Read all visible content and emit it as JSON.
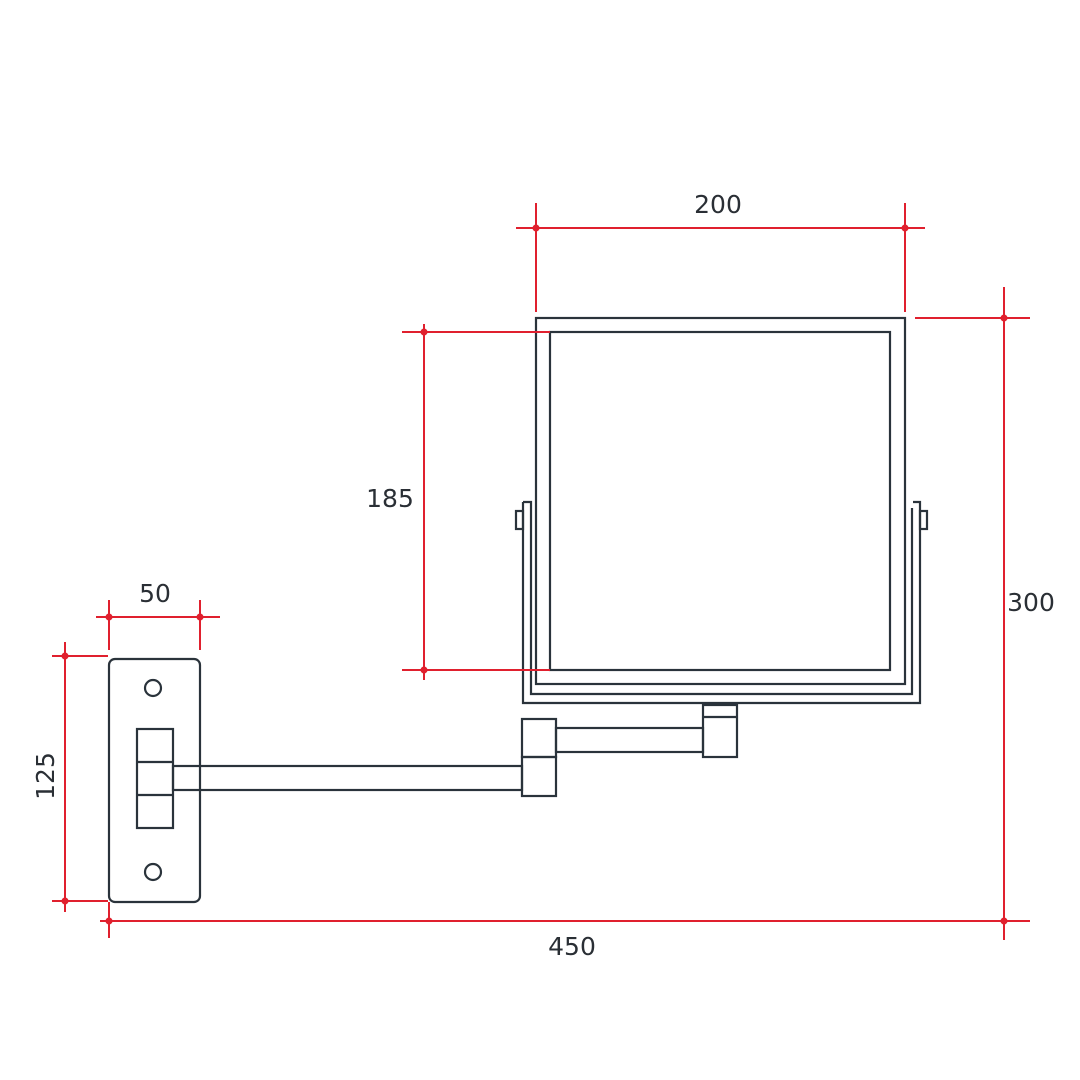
{
  "title": "Wall-mounted extending mirror dimensions",
  "units": "mm",
  "dimensions": {
    "mirror_width": "200",
    "mirror_glass_height": "185",
    "total_height": "300",
    "total_projection": "450",
    "plate_width": "50",
    "plate_height": "125"
  },
  "colors": {
    "dimension": "#e0202e",
    "outline": "#2a333b"
  }
}
